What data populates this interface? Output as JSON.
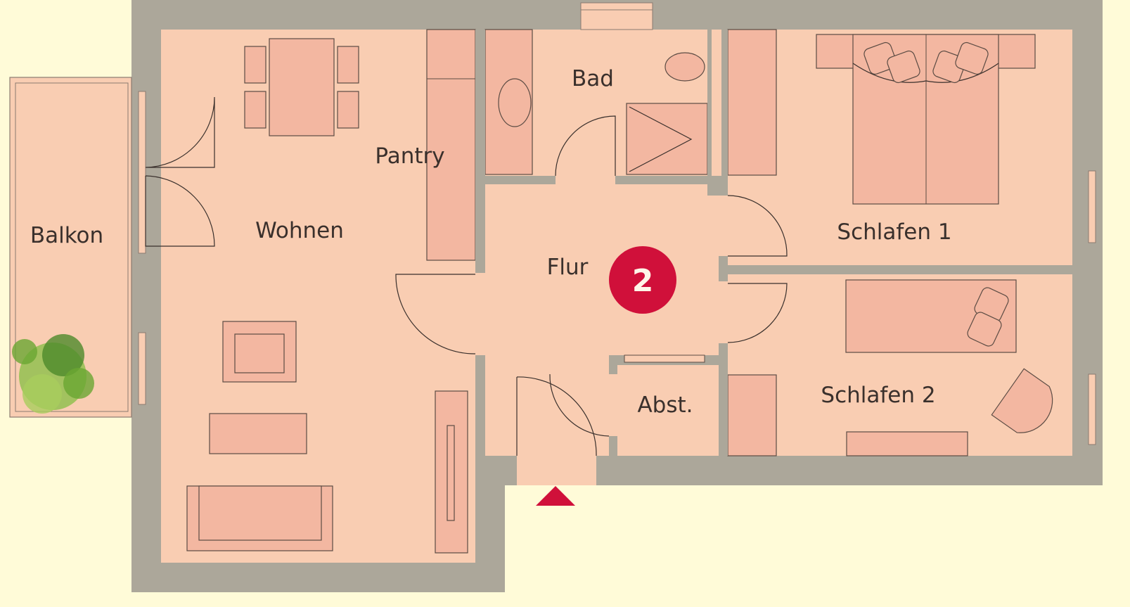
{
  "rooms": {
    "balkon": "Balkon",
    "wohnen": "Wohnen",
    "pantry": "Pantry",
    "bad": "Bad",
    "flur": "Flur",
    "schlafen1": "Schlafen 1",
    "schlafen2": "Schlafen 2",
    "abst": "Abst."
  },
  "unit_badge": "2",
  "colors": {
    "background": "#fffbd8",
    "wall": "#aca79a",
    "room": "#f9cdb2",
    "furniture": "#f3b7a1",
    "badge": "#d0103a",
    "plant": "#6aa632"
  }
}
